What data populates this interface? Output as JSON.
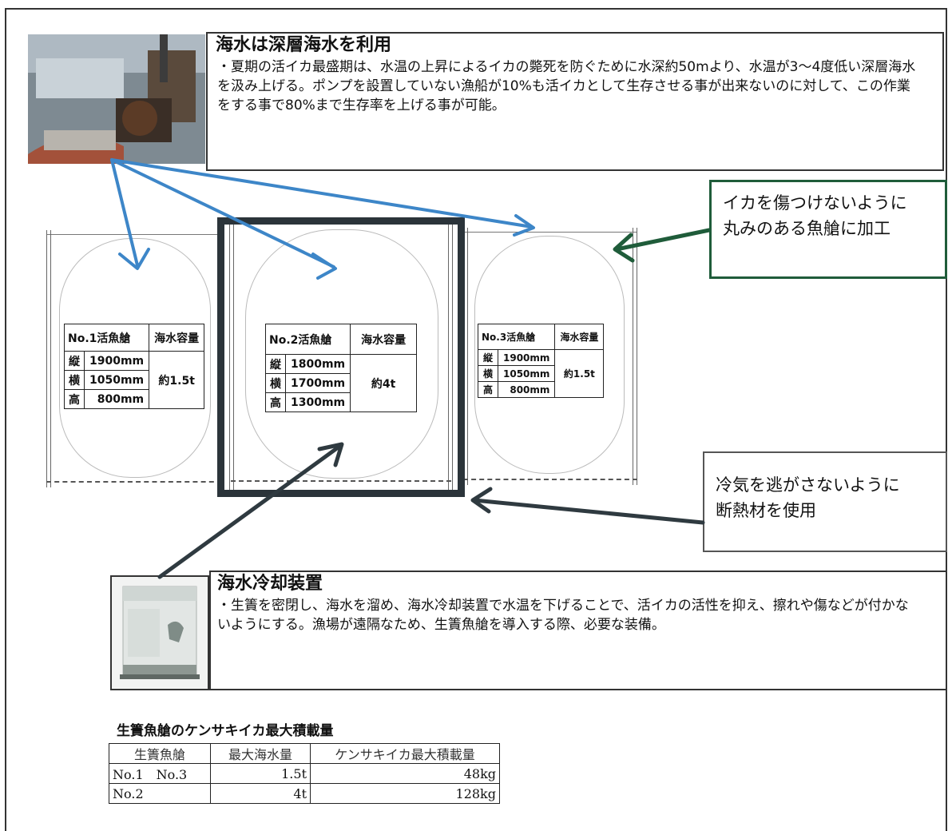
{
  "deep_water": {
    "title": "海水は深層海水を利用",
    "text": "夏期の活イカ最盛期は、水温の上昇によるイカの斃死を防ぐために水深約50mより、水温が3～4度低い深層海水を汲み上げる。ポンプを設置していない漁船が10%も活イカとして生存させる事が出来ないのに対して、この作業をする事で80%まで生存率を上げる事が可能。"
  },
  "tanks": [
    {
      "name": "No.1活魚艙",
      "cap_label": "海水容量",
      "rows": [
        {
          "k": "縦",
          "v": "1900mm"
        },
        {
          "k": "横",
          "v": "1050mm"
        },
        {
          "k": "高",
          "v": "800mm"
        }
      ],
      "capacity": "約1.5t"
    },
    {
      "name": "No.2活魚艙",
      "cap_label": "海水容量",
      "rows": [
        {
          "k": "縦",
          "v": "1800mm"
        },
        {
          "k": "横",
          "v": "1700mm"
        },
        {
          "k": "高",
          "v": "1300mm"
        }
      ],
      "capacity": "約4t"
    },
    {
      "name": "No.3活魚艙",
      "cap_label": "海水容量",
      "rows": [
        {
          "k": "縦",
          "v": "1900mm"
        },
        {
          "k": "横",
          "v": "1050mm"
        },
        {
          "k": "高",
          "v": "800mm"
        }
      ],
      "capacity": "約1.5t"
    }
  ],
  "note_round": {
    "line1": "イカを傷つけないように",
    "line2": "丸みのある魚艙に加工"
  },
  "note_insulation": {
    "line1": "冷気を逃がさないように",
    "line2": "断熱材を使用"
  },
  "cooler": {
    "title": "海水冷却装置",
    "text": "生簀を密閉し、海水を溜め、海水冷却装置で水温を下げることで、活イカの活性を抑え、擦れや傷などが付かないようにする。漁場が遠隔なため、生簀魚艙を導入する際、必要な装備。"
  },
  "load_table": {
    "title": "生簀魚艙のケンサキイカ最大積載量",
    "headers": [
      "生簀魚艙",
      "最大海水量",
      "ケンサキイカ最大積載量"
    ],
    "rows": [
      [
        "No.1　No.3",
        "1.5t",
        "48kg"
      ],
      [
        "No.2",
        "4t",
        "128kg"
      ]
    ]
  },
  "colors": {
    "arrow_blue": "#3d86c8",
    "arrow_green": "#1f5c3a",
    "arrow_dark": "#2f3a40"
  },
  "icons": {
    "pump_photo": "pump-photo",
    "cooler_photo": "cooler-photo"
  }
}
